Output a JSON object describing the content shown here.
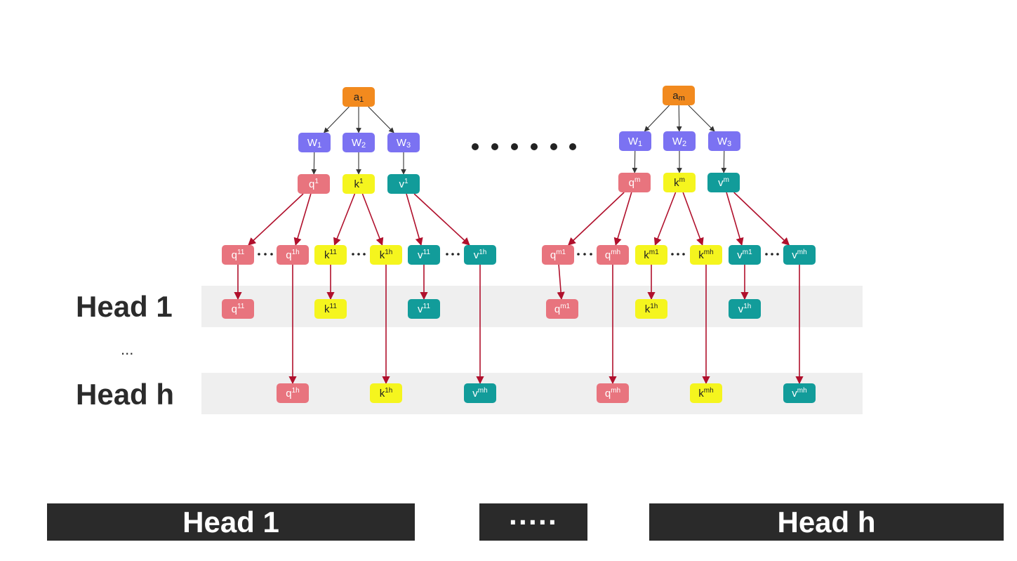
{
  "row_labels": {
    "head1": "Head 1",
    "ellipsis": "...",
    "headh": "Head h"
  },
  "bottom_bars": {
    "left": "Head 1",
    "middle": "·····",
    "right": "Head h"
  },
  "colors": {
    "a": "#f28a1e",
    "w": "#7b72f2",
    "q": "#e8747e",
    "k": "#f5f51e",
    "v": "#129c9a",
    "arrow_red": "#b0102c",
    "arrow_dark": "#333333",
    "band": "#efefef"
  },
  "nodes": {
    "a1": {
      "base": "a",
      "sub": "1"
    },
    "w1_1": {
      "base": "W",
      "sub": "1"
    },
    "w2_1": {
      "base": "W",
      "sub": "2"
    },
    "w3_1": {
      "base": "W",
      "sub": "3"
    },
    "q1": {
      "base": "q",
      "sup": "1"
    },
    "k1": {
      "base": "k",
      "sup": "1"
    },
    "v1": {
      "base": "v",
      "sup": "1"
    },
    "q11": {
      "base": "q",
      "sup": "11"
    },
    "q1h": {
      "base": "q",
      "sup": "1h"
    },
    "k11": {
      "base": "k",
      "sup": "11"
    },
    "k1h": {
      "base": "k",
      "sup": "1h"
    },
    "v11": {
      "base": "v",
      "sup": "11"
    },
    "v1h": {
      "base": "v",
      "sup": "1h"
    },
    "h1_q11": {
      "base": "q",
      "sup": "11"
    },
    "h1_k11": {
      "base": "k",
      "sup": "11"
    },
    "h1_v11": {
      "base": "v",
      "sup": "11"
    },
    "hh_q1h": {
      "base": "q",
      "sup": "1h"
    },
    "hh_k1h": {
      "base": "k",
      "sup": "1h"
    },
    "hh_vmh": {
      "base": "v",
      "sup": "mh"
    },
    "am": {
      "base": "a",
      "sub": "m"
    },
    "w1_m": {
      "base": "W",
      "sub": "1"
    },
    "w2_m": {
      "base": "W",
      "sub": "2"
    },
    "w3_m": {
      "base": "W",
      "sub": "3"
    },
    "qm": {
      "base": "q",
      "sup": "m"
    },
    "km": {
      "base": "k",
      "sup": "m"
    },
    "vm": {
      "base": "v",
      "sup": "m"
    },
    "qm1": {
      "base": "q",
      "sup": "m1"
    },
    "qmh": {
      "base": "q",
      "sup": "mh"
    },
    "km1": {
      "base": "k",
      "sup": "m1"
    },
    "kmh": {
      "base": "k",
      "sup": "mh"
    },
    "vm1": {
      "base": "v",
      "sup": "m1"
    },
    "vmh": {
      "base": "v",
      "sup": "mh"
    },
    "h1_qm1": {
      "base": "q",
      "sup": "m1"
    },
    "h1_k1h": {
      "base": "k",
      "sup": "1h"
    },
    "h1_v1h": {
      "base": "v",
      "sup": "1h"
    },
    "hh_qmh": {
      "base": "q",
      "sup": "mh"
    },
    "hh_kmh": {
      "base": "k",
      "sup": "mh"
    },
    "hh_vmh2": {
      "base": "v",
      "sup": "mh"
    }
  }
}
